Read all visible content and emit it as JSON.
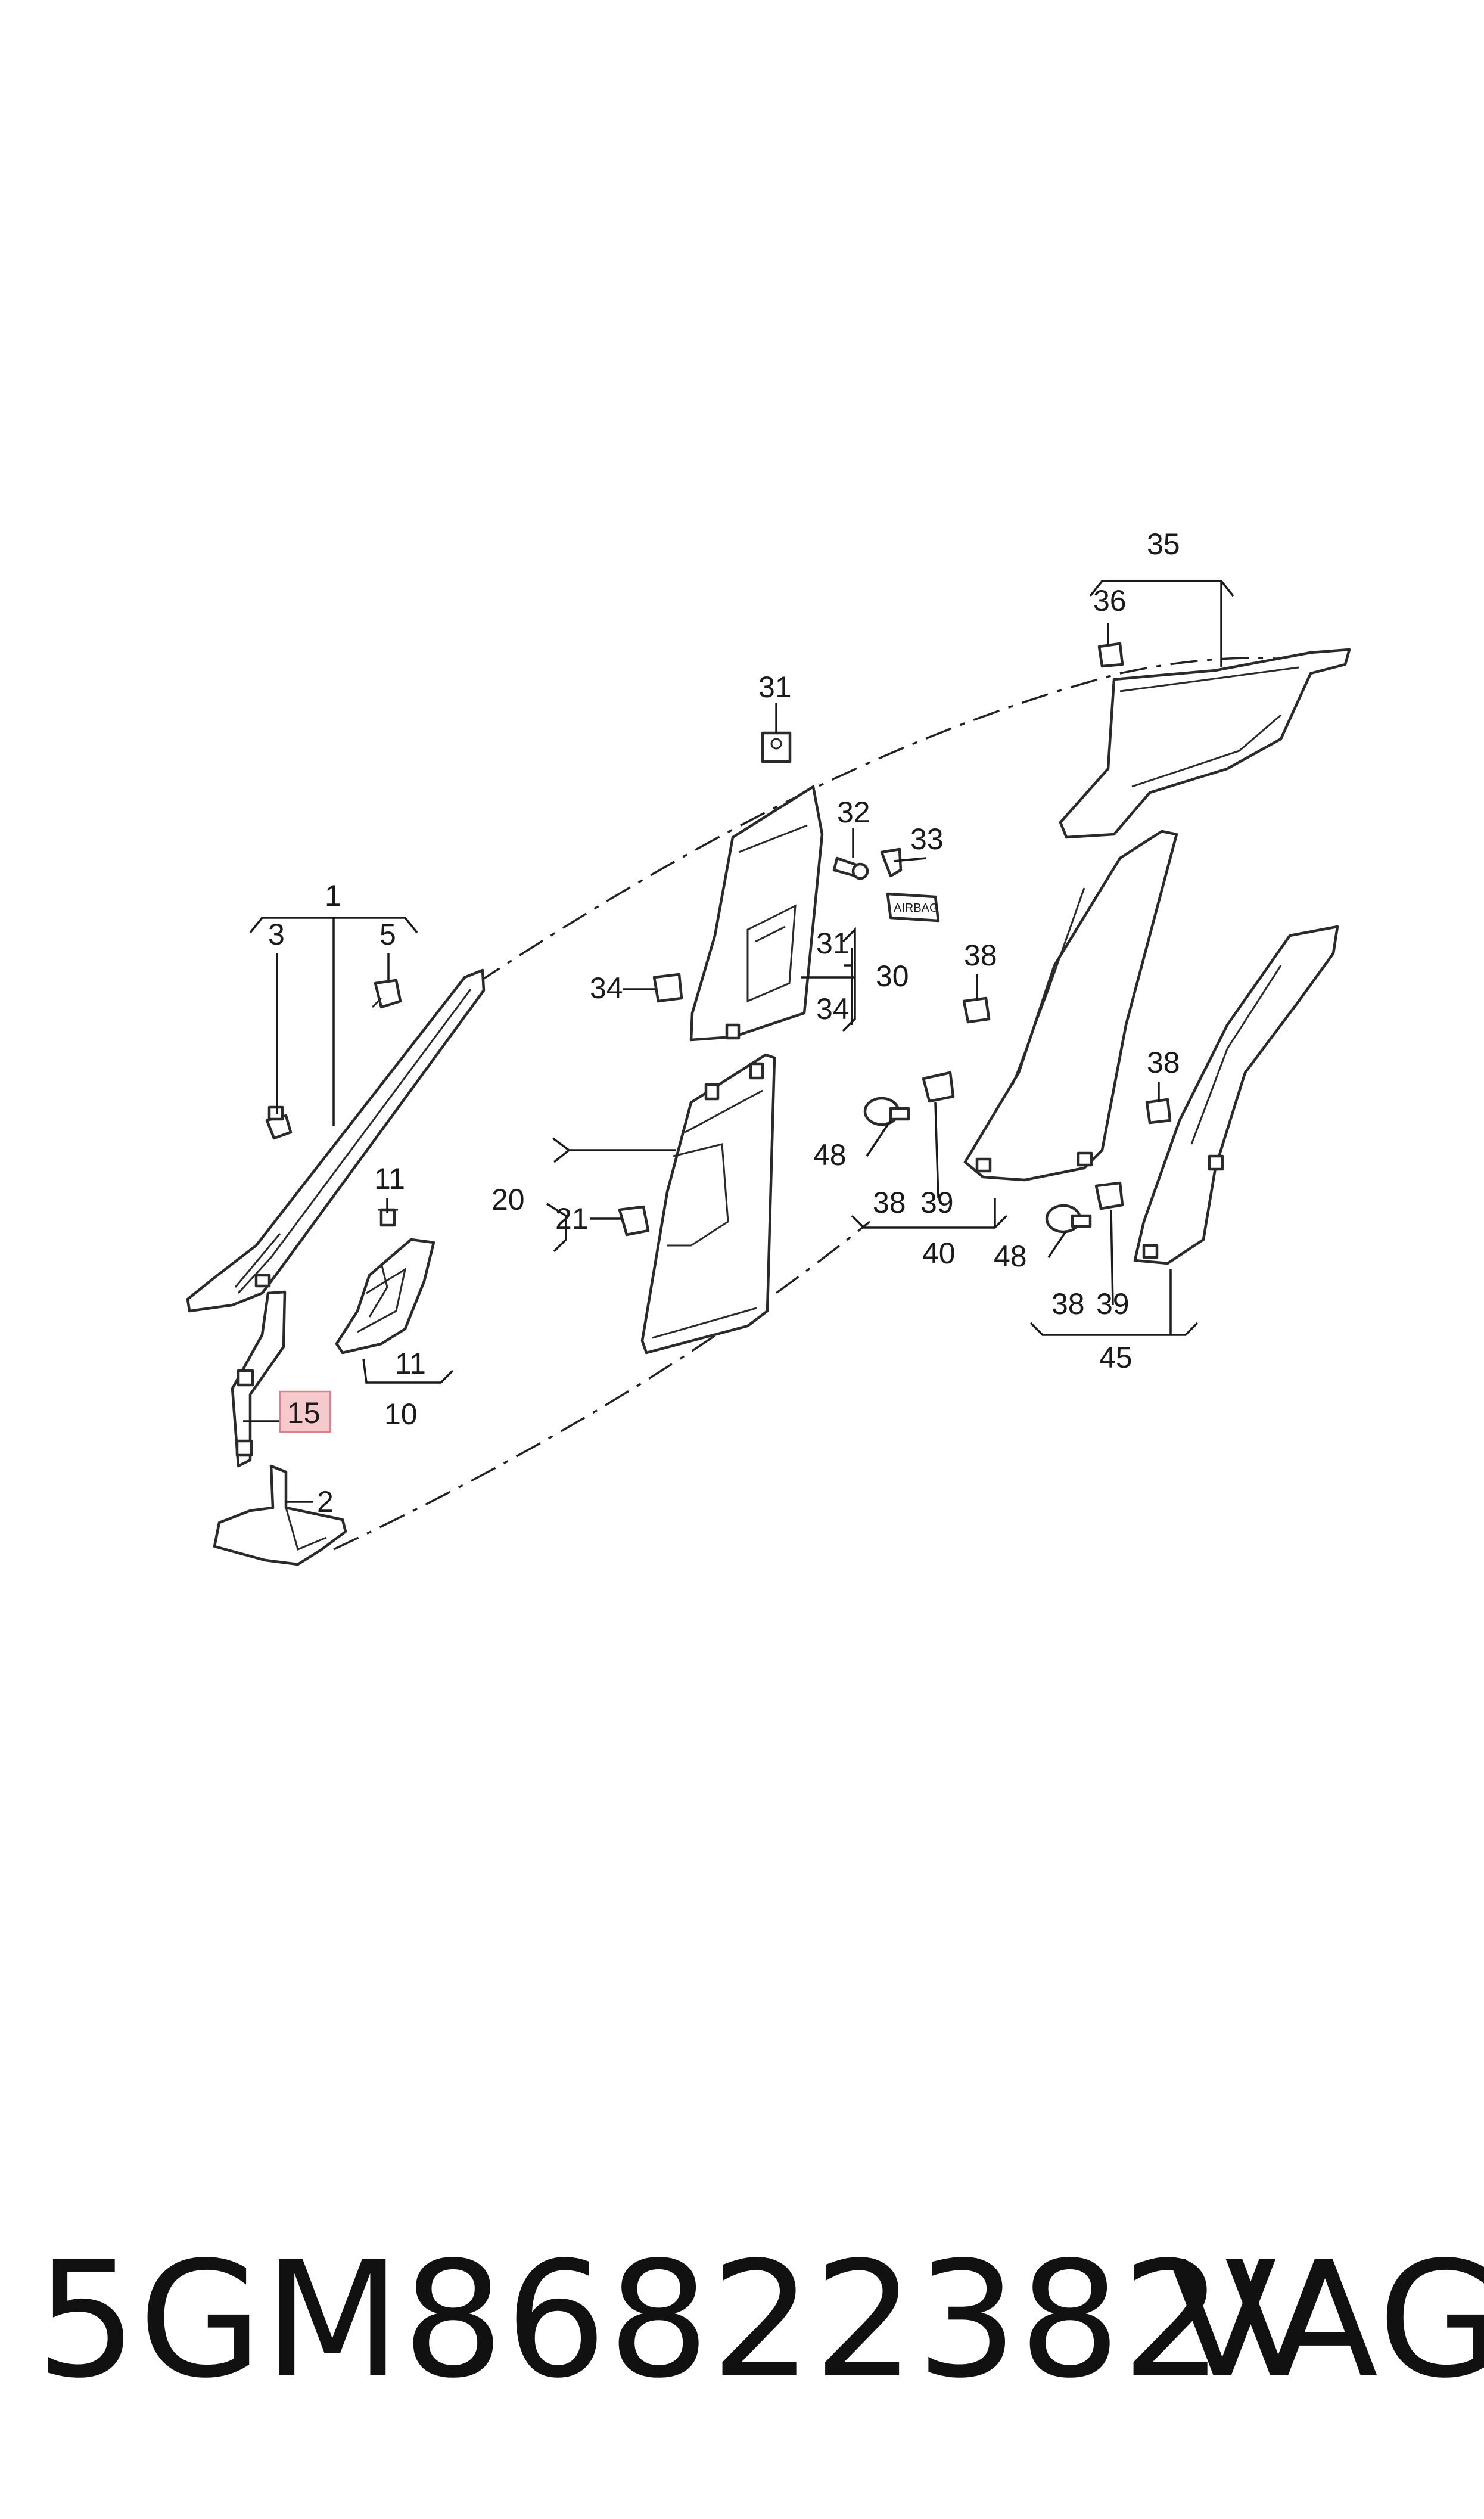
{
  "diagram": {
    "callouts": {
      "c1": "1",
      "c2": "2",
      "c3": "3",
      "c5": "5",
      "c10": "10",
      "c11a": "11",
      "c11b": "11",
      "c15": "15",
      "c20": "20",
      "c21": "21",
      "c30": "30",
      "c31a": "31",
      "c31b": "31",
      "c32": "32",
      "c33": "33",
      "c34a": "34",
      "c34b": "34",
      "c35": "35",
      "c36": "36",
      "c38a": "38",
      "c38b": "38",
      "c38c": "38",
      "c38d": "38",
      "c39a": "39",
      "c39b": "39",
      "c40": "40",
      "c45": "45",
      "c48a": "48",
      "c48b": "48"
    },
    "airbag_marking": "AIRBAG",
    "highlighted_callout": "15",
    "highlight_color": "#f6c9cc"
  },
  "footer": {
    "part_number": "5GM86822382V",
    "brand": "VAG"
  }
}
